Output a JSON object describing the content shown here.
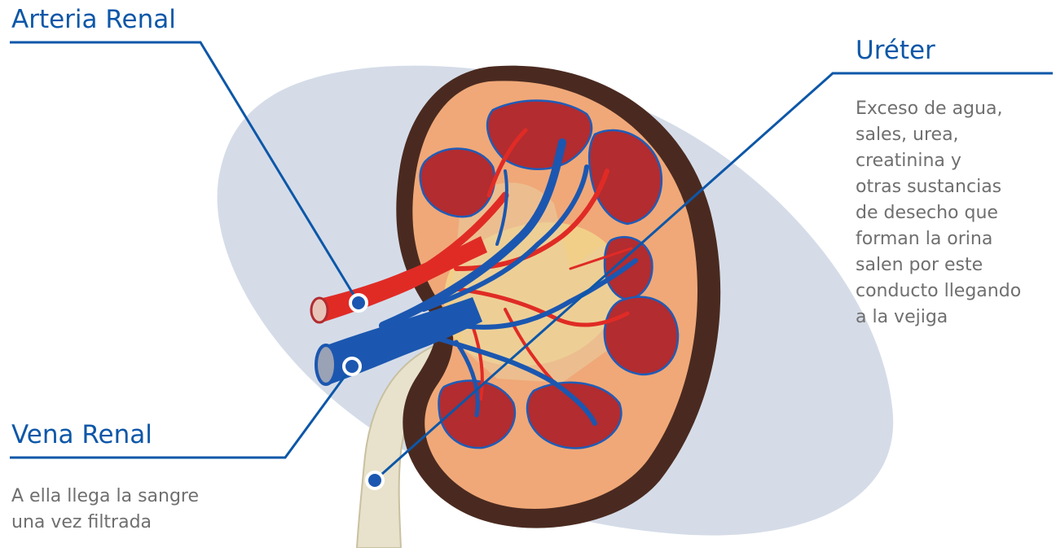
{
  "labels": {
    "arteria": {
      "title": "Arteria Renal"
    },
    "vena": {
      "title": "Vena Renal",
      "desc": [
        "A ella llega la sangre",
        "una vez filtrada"
      ]
    },
    "ureter": {
      "title": "Uréter",
      "desc": [
        "Exceso de agua,",
        "sales, urea,",
        "creatinina y",
        "otras sustancias",
        "de desecho que",
        "forman la orina",
        "salen por este",
        "conducto llegando",
        "a la vejiga"
      ]
    }
  },
  "colors": {
    "callout_blue": "#0d57a8",
    "background_shape": "#d5dce8",
    "capsule": "#4a2a20",
    "cortex": "#f0a878",
    "pyramid": "#b22c30",
    "artery": "#e02b25",
    "vein": "#1b57b0",
    "ureter": "#e8e2cc",
    "pelvis": "#f2cf88"
  }
}
